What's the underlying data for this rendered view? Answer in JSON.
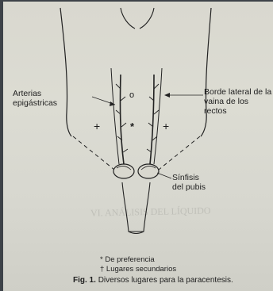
{
  "figure": {
    "labels": {
      "left_artery": [
        "Arterias",
        "epigástricas"
      ],
      "right_border": [
        "Borde lateral de la",
        "vaina de los rectos"
      ],
      "symphysis": [
        "Sínfisis",
        "del pubis"
      ]
    },
    "markers": {
      "top_mark": "o",
      "center_mark": "*",
      "left_plus": "+",
      "right_plus": "+"
    },
    "legend": {
      "line1": "* De preferencia",
      "line2": "† Lugares secundarios"
    },
    "caption": {
      "number": "Fig. 1.",
      "text": "Diversos lugares para la paracentesis."
    }
  },
  "background_text": {
    "heading": "VI. ANÁLISIS DEL LÍQUIDO"
  }
}
